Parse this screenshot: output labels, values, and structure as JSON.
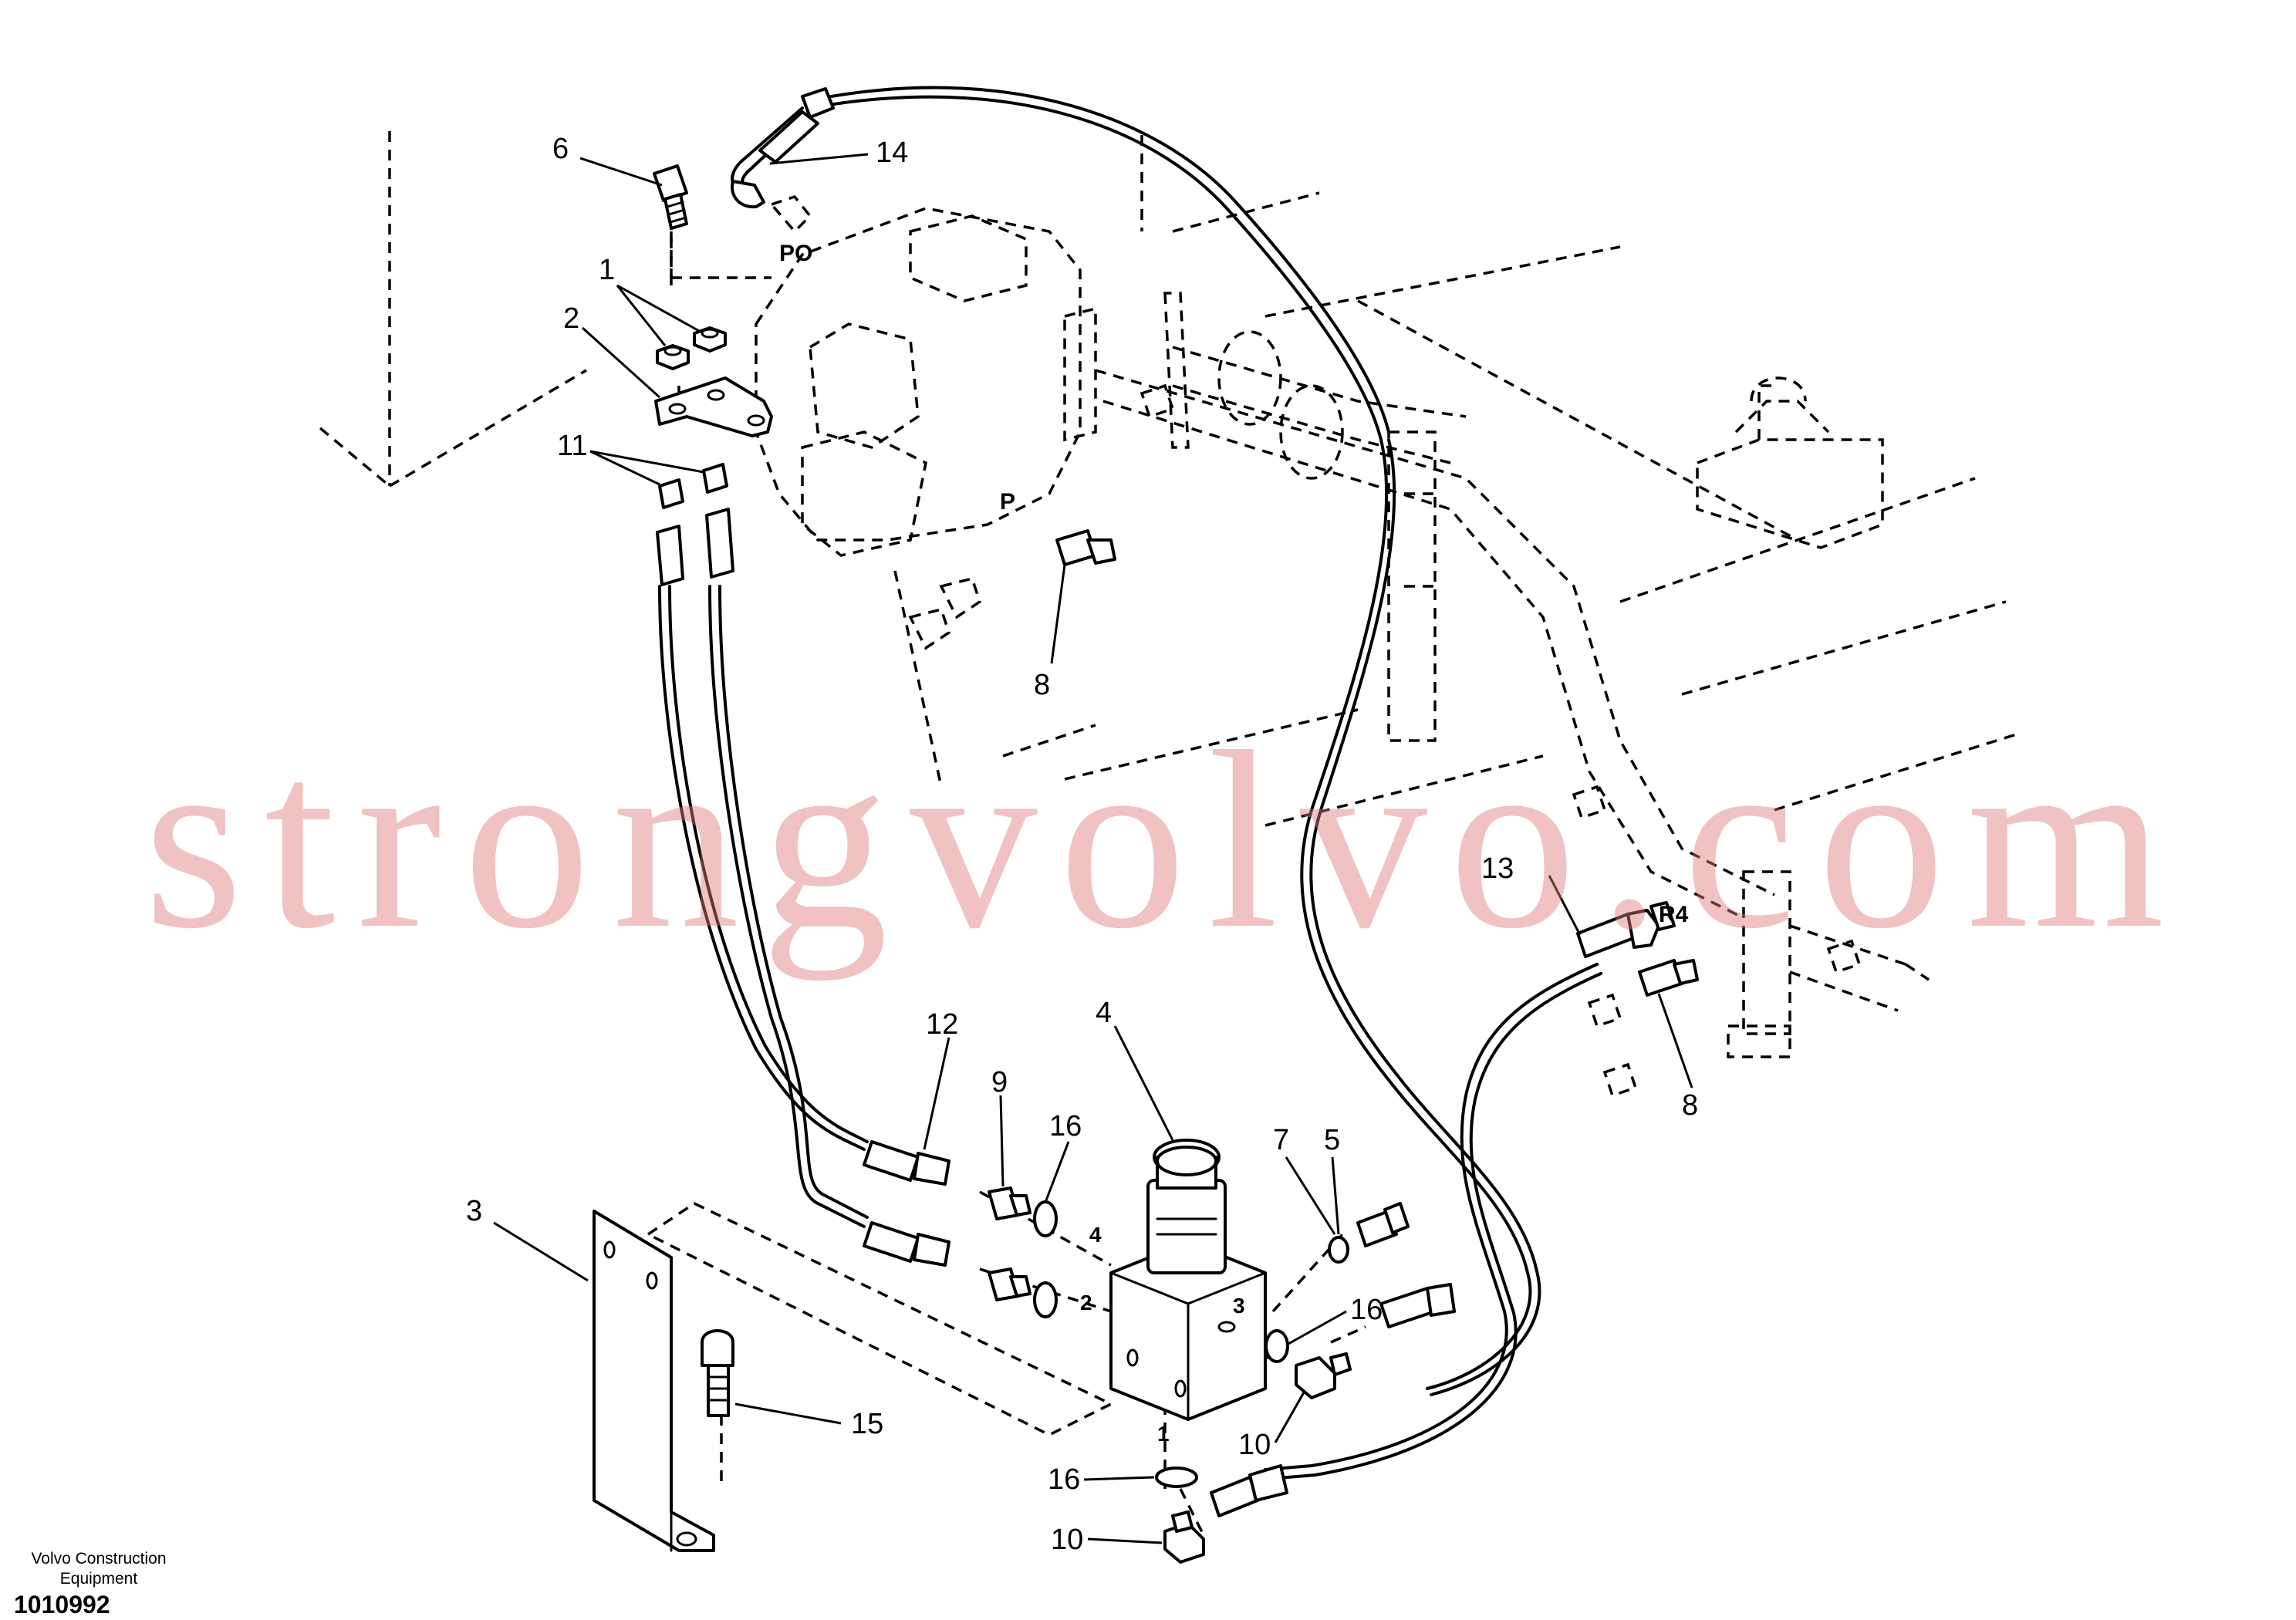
{
  "watermark": "strongvolvo.com",
  "footer": {
    "company_line1": "Volvo Construction",
    "company_line2": "Equipment",
    "drawing_number": "1010992"
  },
  "callouts": {
    "c1": "1",
    "c2": "2",
    "c3": "3",
    "c4": "4",
    "c5": "5",
    "c6": "6",
    "c7": "7",
    "c8a": "8",
    "c8b": "8",
    "c9": "9",
    "c10a": "10",
    "c10b": "10",
    "c11": "11",
    "c12": "12",
    "c13": "13",
    "c14": "14",
    "c15": "15",
    "c16a": "16",
    "c16b": "16",
    "c16c": "16"
  },
  "port_labels": {
    "po": "PO",
    "p": "P",
    "r4": "R4",
    "valve_port_1": "1",
    "valve_port_2": "2",
    "valve_port_3": "3",
    "valve_port_4": "4"
  }
}
